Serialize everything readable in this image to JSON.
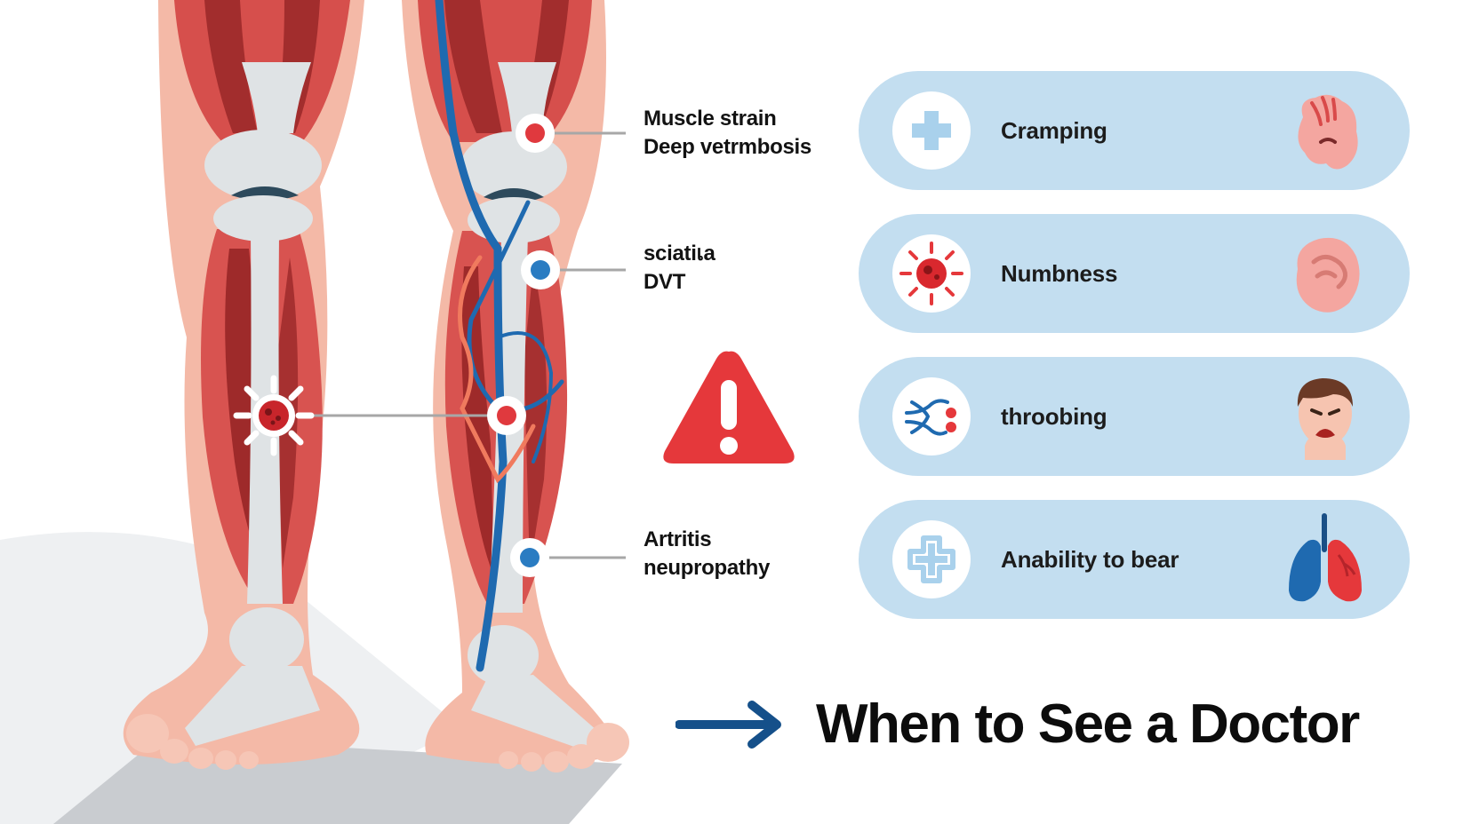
{
  "labels": [
    {
      "id": "knee",
      "lines": [
        "Muscle strain",
        "Deep vetrmbosis"
      ],
      "marker_color": "#e0393e"
    },
    {
      "id": "upper-calf",
      "lines": [
        "sciatiเa",
        "DVT"
      ],
      "marker_color": "#2a7cc2"
    },
    {
      "id": "lower-calf",
      "lines": [
        "Artritis",
        "neupropathy"
      ],
      "marker_color": "#2a7cc2"
    }
  ],
  "symptoms": [
    {
      "label": "Cramping",
      "icon": "medical-cross-icon",
      "picture": "cramping-hand-icon"
    },
    {
      "label": "Numbness",
      "icon": "blood-cell-icon",
      "picture": "numb-hand-icon"
    },
    {
      "label": "throobing",
      "icon": "nerve-icon",
      "picture": "pained-face-icon"
    },
    {
      "label": "Anability to bear",
      "icon": "medical-cross-outline-icon",
      "picture": "lungs-icon"
    }
  ],
  "warning_icon": "warning-triangle-icon",
  "cta": {
    "title": "When to See a Doctor",
    "icon": "arrow-right-icon"
  },
  "colors": {
    "muscle": "#d94d4d",
    "muscle_dark": "#9e2a2a",
    "skin": "#f4b9a7",
    "bone": "#dfe3e5",
    "vein": "#1f6ab0",
    "pill": "#c3def0",
    "warning": "#e5383b",
    "arrow": "#15508a"
  }
}
